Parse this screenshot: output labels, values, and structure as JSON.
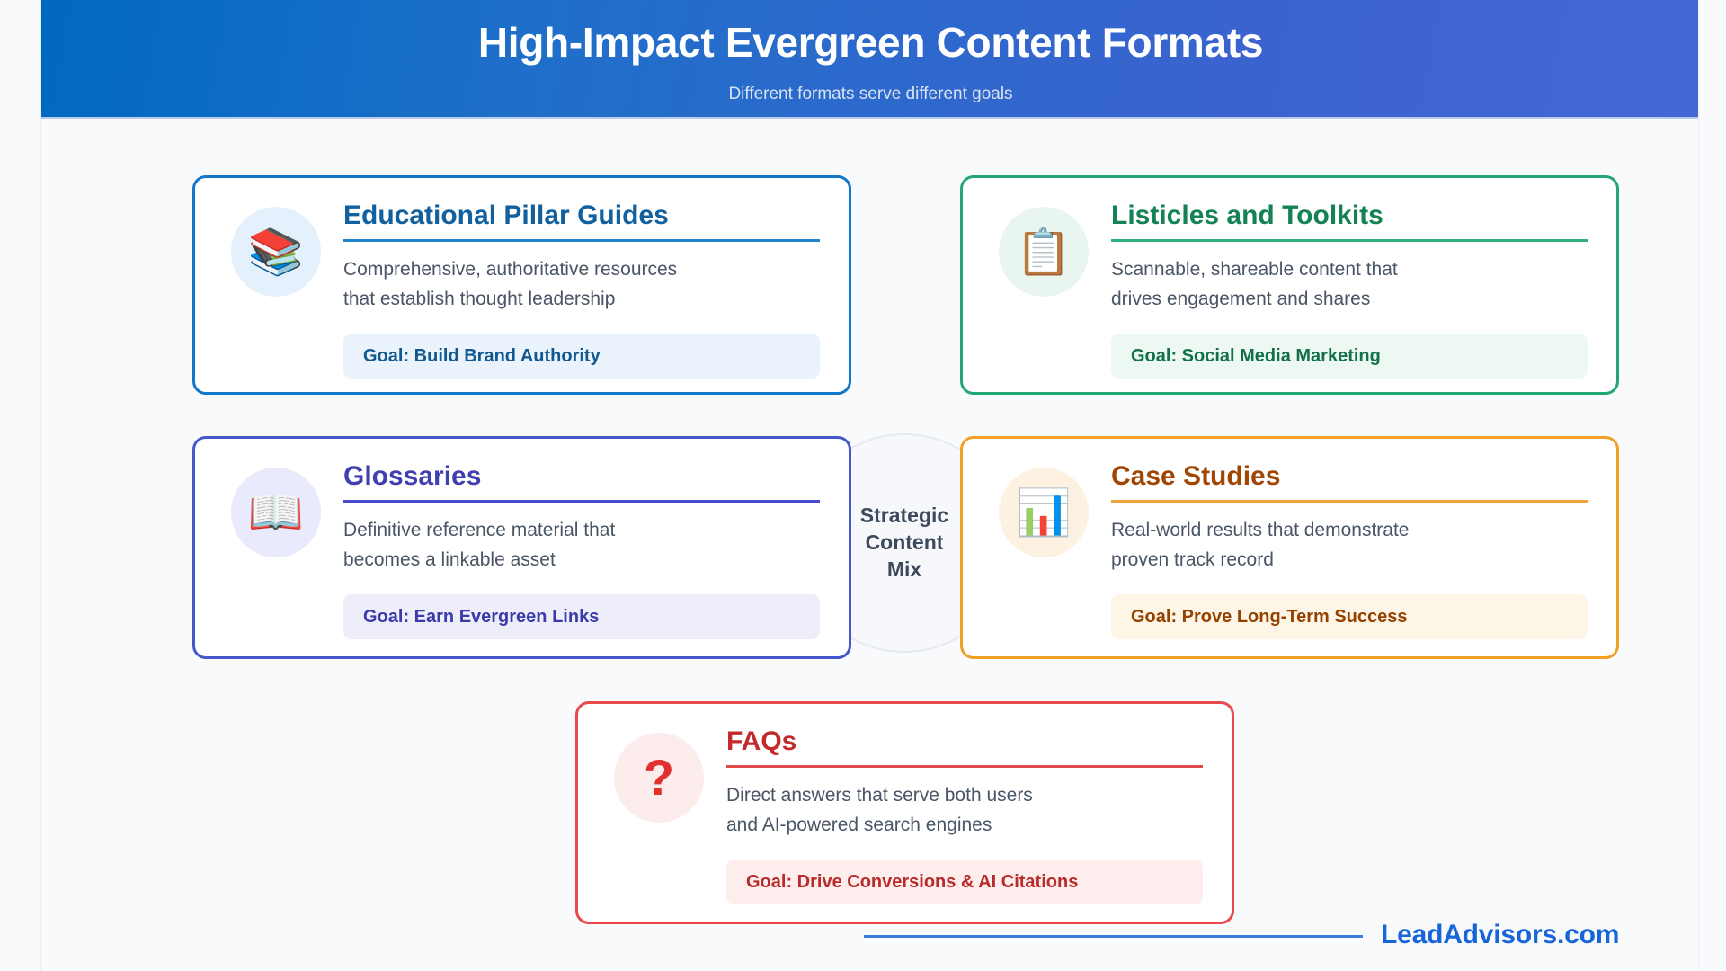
{
  "header": {
    "title": "High-Impact Evergreen Content Formats",
    "subtitle": "Different formats serve different goals",
    "gradient_from": "#0069c0",
    "gradient_to": "#4567d4"
  },
  "center_hub": {
    "line1": "Strategic",
    "line2": "Content",
    "line3": "Mix"
  },
  "cards": [
    {
      "id": "educational-pillar-guides",
      "icon": "books-icon",
      "icon_glyph": "📚",
      "title": "Educational Pillar Guides",
      "description_line1": "Comprehensive, authoritative resources",
      "description_line2": "that establish thought leadership",
      "goal": "Goal: Build Brand Authority",
      "accent": "#1277c8"
    },
    {
      "id": "listicles-and-toolkits",
      "icon": "clipboard-icon",
      "icon_glyph": "📋",
      "title": "Listicles and Toolkits",
      "description_line1": "Scannable, shareable content that",
      "description_line2": "drives engagement and shares",
      "goal": "Goal: Social Media Marketing",
      "accent": "#22a673"
    },
    {
      "id": "glossaries",
      "icon": "open-book-icon",
      "icon_glyph": "📖",
      "title": "Glossaries",
      "description_line1": "Definitive reference material that",
      "description_line2": "becomes a linkable asset",
      "goal": "Goal: Earn Evergreen Links",
      "accent": "#4458cb"
    },
    {
      "id": "case-studies",
      "icon": "bar-chart-icon",
      "icon_glyph": "📊",
      "title": "Case Studies",
      "description_line1": "Real-world results that demonstrate",
      "description_line2": "proven track record",
      "goal": "Goal: Prove Long-Term Success",
      "accent": "#f2a024"
    },
    {
      "id": "faqs",
      "icon": "question-mark-icon",
      "icon_glyph": "?",
      "title": "FAQs",
      "description_line1": "Direct answers that serve both users",
      "description_line2": "and AI-powered search engines",
      "goal": "Goal: Drive Conversions & AI Citations",
      "accent": "#e8494c"
    }
  ],
  "footer": {
    "brand": "LeadAdvisors.com",
    "rule_color": "#3a7ce0"
  }
}
